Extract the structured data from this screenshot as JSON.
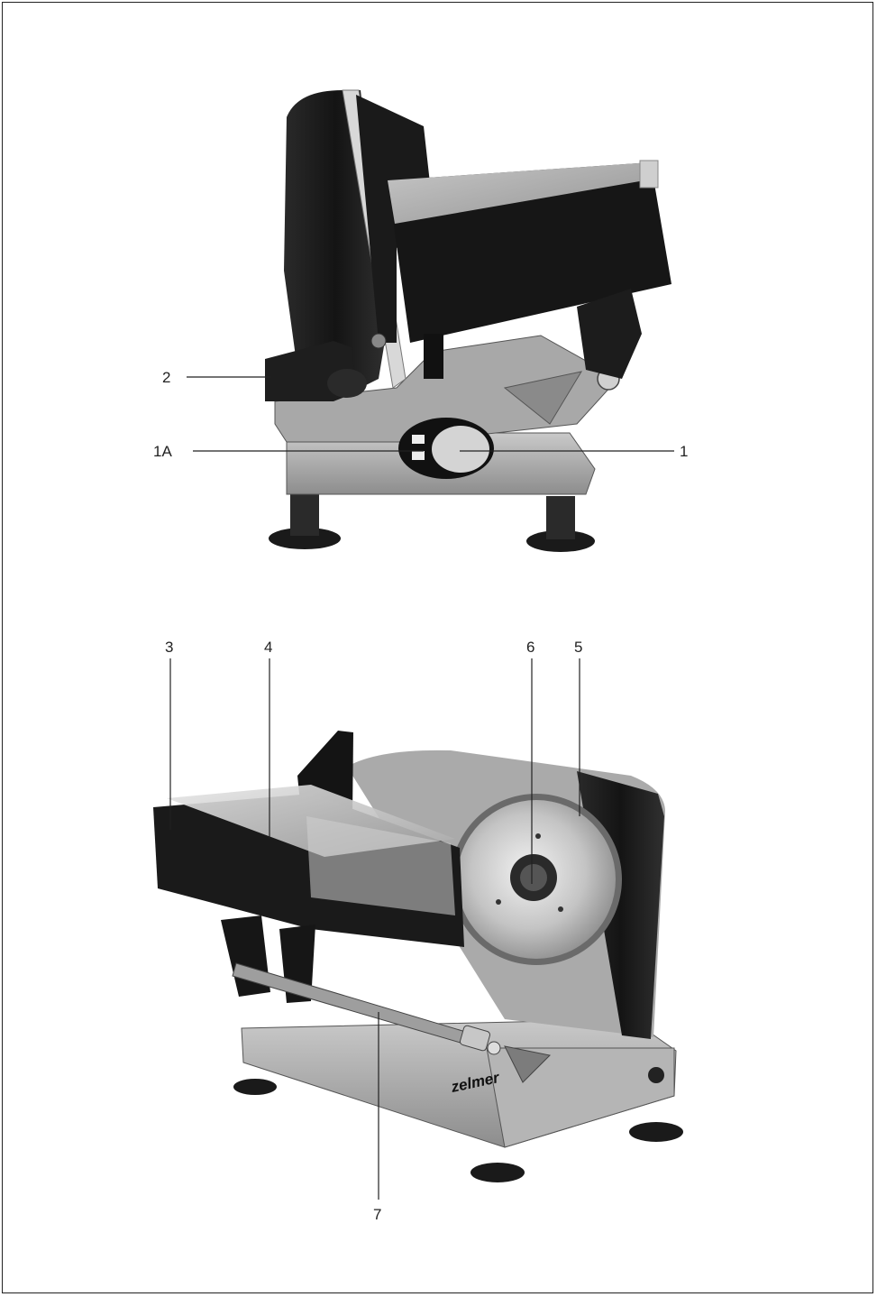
{
  "figure_top": {
    "callouts": [
      {
        "id": "2",
        "text": "2"
      },
      {
        "id": "1A",
        "text": "1A"
      },
      {
        "id": "1",
        "text": "1"
      }
    ]
  },
  "figure_bottom": {
    "callouts": [
      {
        "id": "3",
        "text": "3"
      },
      {
        "id": "4",
        "text": "4"
      },
      {
        "id": "6",
        "text": "6"
      },
      {
        "id": "5",
        "text": "5"
      },
      {
        "id": "7",
        "text": "7"
      }
    ],
    "brand_mark": "zelmer"
  },
  "colors": {
    "body_dark": "#1e1e1e",
    "metal": "#9a9a9a",
    "metal_light": "#c8c8c8",
    "line": "#222222"
  }
}
